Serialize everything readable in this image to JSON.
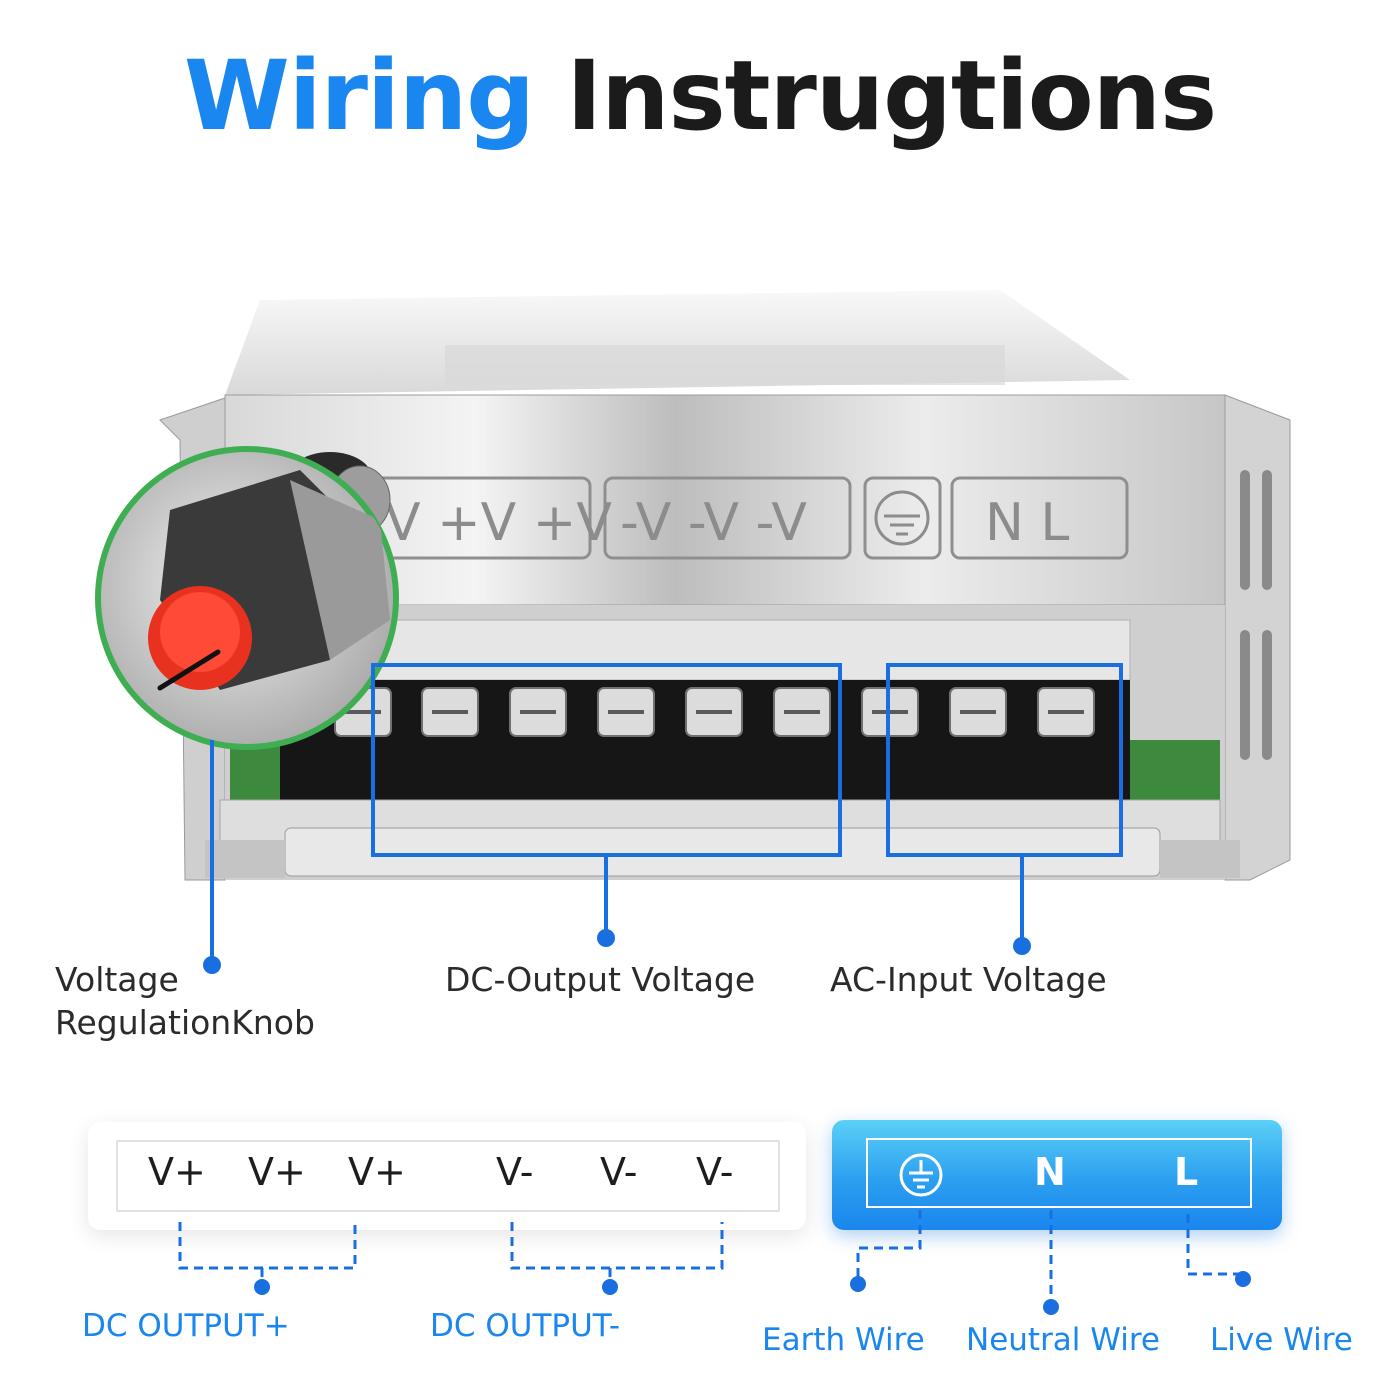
{
  "title": {
    "part1": "Wiring",
    "part2": "Instrugtions"
  },
  "photo_labels": {
    "knob_line1": "Voltage",
    "knob_line2": "RegulationKnob",
    "dc_output": "DC-Output Voltage",
    "ac_input": "AC-Input Voltage"
  },
  "dc_terminals": [
    "V+",
    "V+",
    "V+",
    "V-",
    "V-",
    "V-"
  ],
  "ac_terminals": {
    "n": "N",
    "l": "L"
  },
  "bottom_labels": {
    "dc_plus": "DC OUTPUT+",
    "dc_minus": "DC OUTPUT-",
    "earth": "Earth Wire",
    "neutral": "Neutral Wire",
    "live": "Live Wire"
  },
  "colors": {
    "accent": "#1a86f0",
    "dark": "#1b1b1b",
    "line": "#1a6fe0"
  },
  "icons": [
    "ground-icon",
    "regulation-knob",
    "terminal-block"
  ]
}
